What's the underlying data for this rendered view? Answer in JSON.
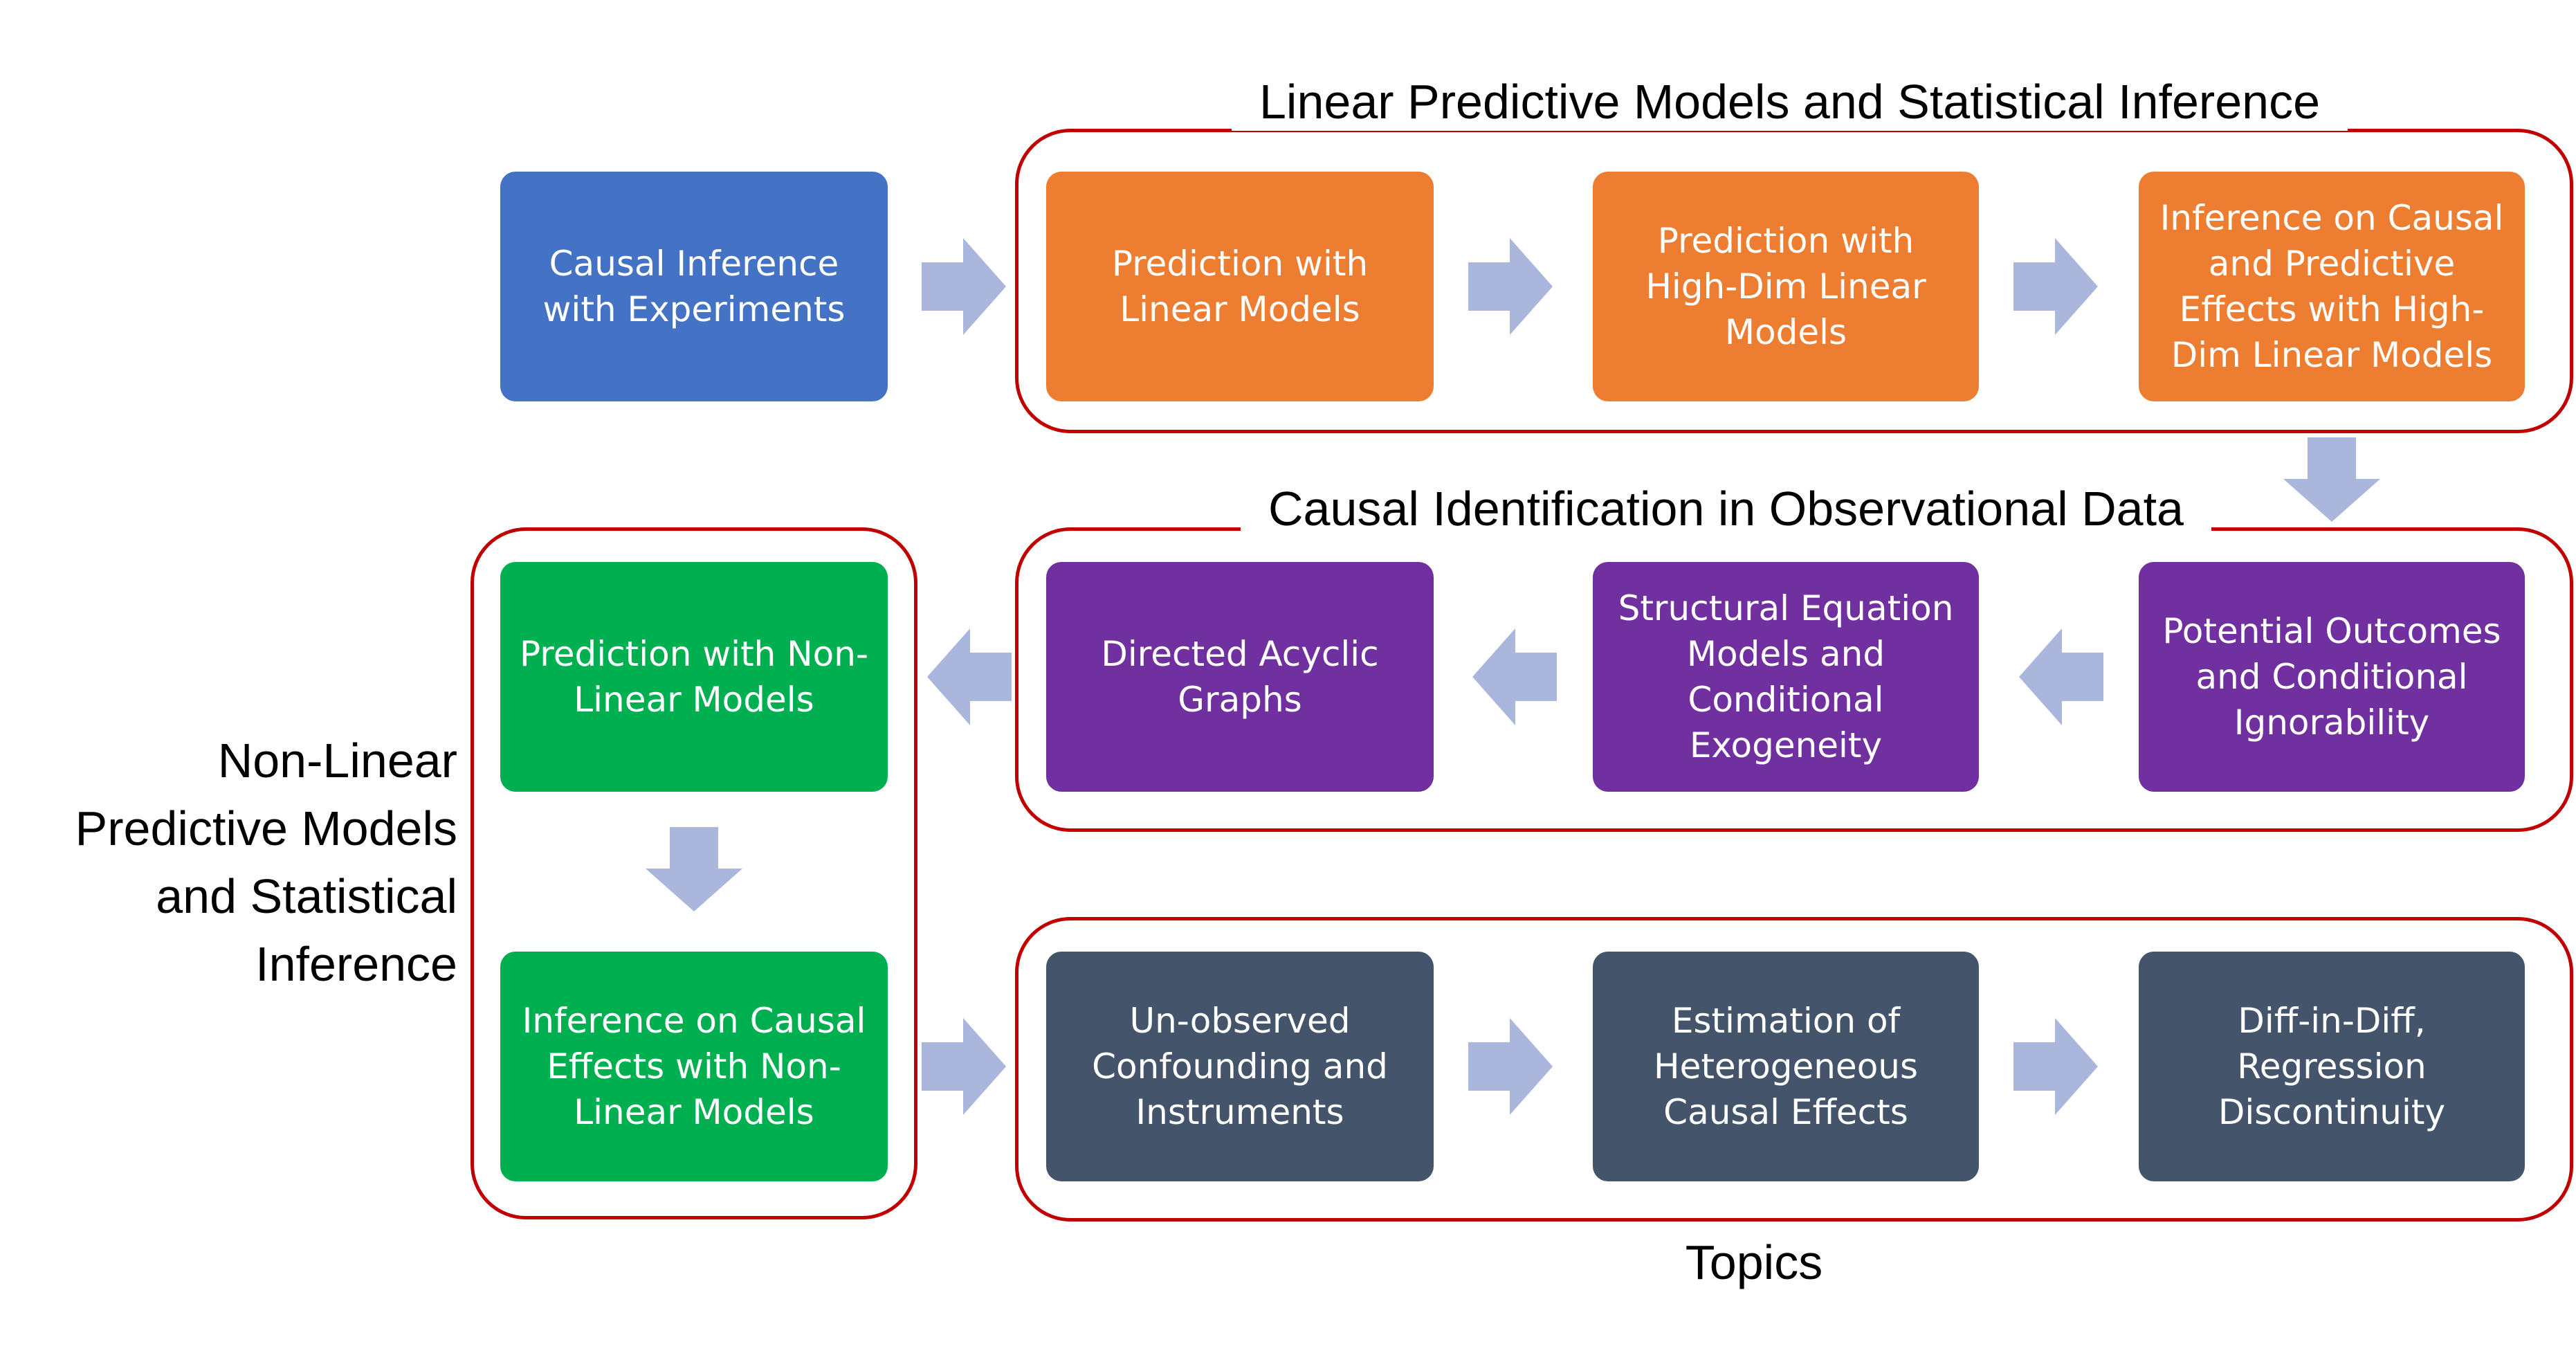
{
  "colors": {
    "blue": "#4472c4",
    "orange": "#ed7d31",
    "purple": "#7030a0",
    "green": "#00b050",
    "slate": "#44546a",
    "group_border": "#c00000",
    "arrow": "#aab6dc"
  },
  "groups": {
    "linear": {
      "title": "Linear Predictive Models and Statistical Inference"
    },
    "causal_id": {
      "title": "Causal Identification in Observational Data"
    },
    "nonlinear": {
      "title": "Non-Linear\nPredictive Models\nand Statistical\nInference"
    },
    "topics": {
      "title": "Topics"
    }
  },
  "boxes": {
    "causal_experiments": "Causal Inference\nwith Experiments",
    "prediction_linear": "Prediction with\nLinear Models",
    "prediction_highdim": "Prediction with\nHigh-Dim Linear\nModels",
    "inference_highdim": "Inference on Causal\nand Predictive\nEffects with High-\nDim Linear Models",
    "potential_outcomes": "Potential Outcomes\nand Conditional\nIgnorability",
    "structural_equation": "Structural Equation\nModels and\nConditional\nExogeneity",
    "dag": "Directed Acyclic\nGraphs",
    "prediction_nonlinear": "Prediction with Non-\nLinear Models",
    "inference_nonlinear": "Inference on Causal\nEffects with Non-\nLinear Models",
    "unobserved_confounding": "Un-observed\nConfounding and\nInstruments",
    "heterogeneous_effects": "Estimation of\nHeterogeneous\nCausal Effects",
    "diff_in_diff": "Diff-in-Diff,\nRegression\nDiscontinuity"
  }
}
